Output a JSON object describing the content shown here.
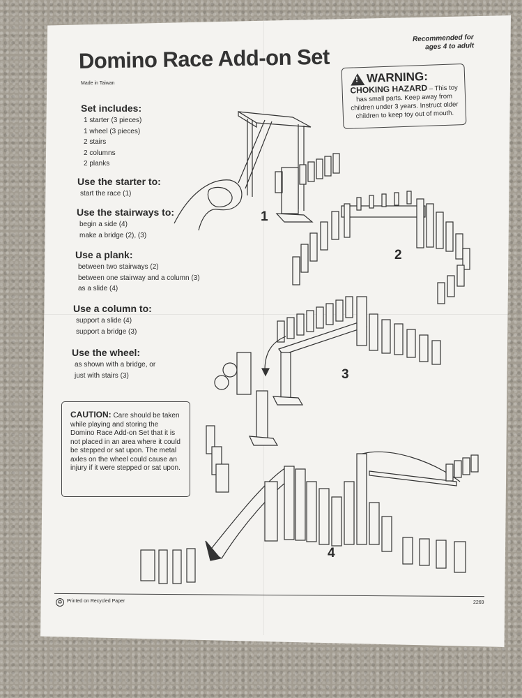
{
  "doc": {
    "title": "Domino Race Add-on Set",
    "made_in": "Made in Taiwan",
    "recommended": "Recommended for ages 4 to adult",
    "warning": {
      "title": "WARNING:",
      "hazard": "CHOKING HAZARD",
      "text": "– This toy has small parts. Keep away from children under 3 years. Instruct older children to keep toy out of mouth."
    },
    "sections": [
      {
        "heading": "Set includes:",
        "items": [
          "1 starter (3 pieces)",
          "1 wheel (3 pieces)",
          "2 stairs",
          "2 columns",
          "2 planks"
        ]
      },
      {
        "heading": "Use the starter to:",
        "items": [
          "start the race (1)"
        ]
      },
      {
        "heading": "Use the stairways to:",
        "items": [
          "begin a side (4)",
          "make a bridge (2), (3)"
        ]
      },
      {
        "heading": "Use a plank:",
        "items": [
          "between two stairways (2)",
          "between one stairway and a column (3)",
          "as a slide (4)"
        ]
      },
      {
        "heading": "Use a column to:",
        "items": [
          "support a slide (4)",
          "support a bridge (3)"
        ]
      },
      {
        "heading": "Use the wheel:",
        "items": [
          "as shown with a bridge, or",
          "just with stairs (3)"
        ]
      }
    ],
    "caution": {
      "label": "CAUTION:",
      "text": "Care should be taken while playing and storing the Domino Race Add-on Set that it is not placed in an area where it could be stepped or sat upon. The metal axles on the wheel could cause an injury if it were stepped or sat upon."
    },
    "steps": [
      "1",
      "2",
      "3",
      "4"
    ],
    "footer": {
      "printed": "Printed on Recycled Paper",
      "code": "2269"
    }
  }
}
